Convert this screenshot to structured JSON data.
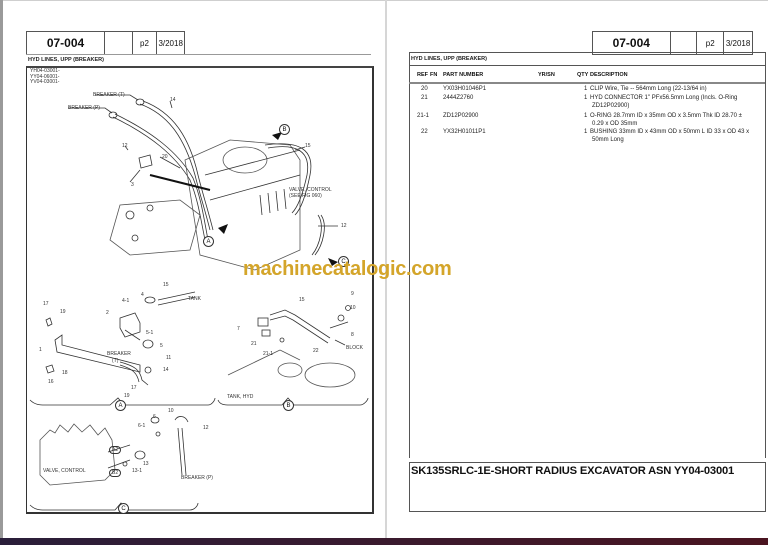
{
  "left_page": {
    "header": {
      "number": "07-004",
      "blank": "",
      "page": "p2",
      "date": "3/2018"
    },
    "section_title": "HYD LINES, UPP (BREAKER)",
    "serials": [
      "YH04-03001-",
      "YY04-06001-",
      "YV04-03001-"
    ],
    "figure_labels": {
      "breaker_t": "BREAKER (T)",
      "breaker_p": "BREAKER (P)",
      "valve_control_ref": "VALVE, CONTROL",
      "see_fig": "(SEE FIG 060)",
      "tank": "TANK",
      "tank_hyd": "TANK, HYD",
      "block": "BLOCK",
      "breaker_t_detail": "BREAKER",
      "breaker_t_detail2": "(T)",
      "valve_control": "VALVE, CONTROL",
      "breaker_p_detail": "BREAKER (P)",
      "a2": "A̲d2",
      "b2": "B̲d2"
    },
    "callouts": [
      "A",
      "B",
      "C"
    ],
    "ref_numbers": {
      "main": [
        "14",
        "12",
        "20",
        "3",
        "15",
        "12"
      ],
      "detail_a": [
        "17",
        "19",
        "1",
        "2",
        "4-1",
        "4",
        "15",
        "5-1",
        "5",
        "11",
        "14",
        "18",
        "16",
        "17",
        "19"
      ],
      "detail_b": [
        "15",
        "9",
        "10",
        "7",
        "21",
        "21-1",
        "22",
        "8"
      ],
      "detail_c": [
        "10",
        "6",
        "6-1",
        "12",
        "13",
        "13-1"
      ]
    }
  },
  "right_page": {
    "header": {
      "number": "07-004",
      "blank": "",
      "page": "p2",
      "date": "3/2018"
    },
    "section_title": "HYD LINES, UPP (BREAKER)",
    "columns": {
      "ref": "REF",
      "fn": "FN",
      "part_number": "PART NUMBER",
      "yrsn": "YR/SN",
      "qty": "QTY",
      "description": "DESCRIPTION"
    },
    "rows": [
      {
        "ref": "20",
        "part_number": "YX03H01046P1",
        "qty": "1",
        "description": [
          "CLIP  Wire, Tie -- 564mm Long (22-13/64 in)"
        ]
      },
      {
        "ref": "21",
        "part_number": "2444Z2760",
        "qty": "1",
        "description": [
          "HYD CONNECTOR  1\" PFx56.5mm Long (Incls. O-Ring",
          "ZD12P02900)"
        ]
      },
      {
        "ref": "21-1",
        "part_number": "ZD12P02900",
        "qty": "1",
        "description": [
          "O-RING 28.7mm ID x 35mm OD x 3.5mm Thk ID 28.70 ±",
          "0.29 x OD 35mm"
        ]
      },
      {
        "ref": "22",
        "part_number": "YX32H01011P1",
        "qty": "1",
        "description": [
          "BUSHING 33mm ID x 43mm OD x 50mm L ID 33 x OD 43 x",
          "50mm Long"
        ]
      }
    ],
    "footer_title": "SK135SRLC-1E-SHORT RADIUS EXCAVATOR ASN YY04-03001"
  },
  "watermark": "machinecatalogic.com",
  "colors": {
    "watermark": "#d4a52a",
    "border": "#555555",
    "taskbar": "#2a1e3a"
  }
}
